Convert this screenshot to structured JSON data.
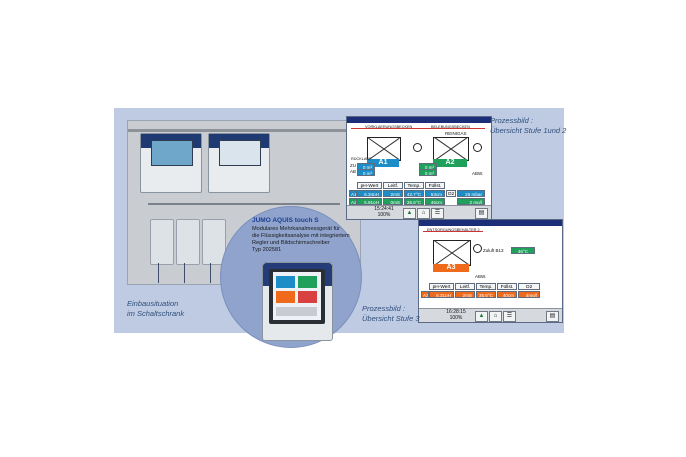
{
  "captions": {
    "install_line1": "Einbausituation",
    "install_line2": "im Schaltschrank",
    "stage12_line1": "Prozessbild :",
    "stage12_line2": "Übersicht Stufe 1und 2",
    "stage3_line1": "Prozessbild :",
    "stage3_line2": "Übersicht Stufe 3"
  },
  "device_info": {
    "title": "JUMO AQUIS touch S",
    "desc_line1": "Modulares Mehrkanalmessgerät für",
    "desc_line2": "die Flüssigkeitsanalyse mit integriertem",
    "desc_line3": "Regler und Bildschirmschreiber",
    "type": "Typ 202581"
  },
  "screen12": {
    "stage_left": "VORKLAERUNGSBECKEN",
    "stage_right": "BELEBUNGSBECKEN",
    "reinigas": "REINIGAS",
    "a1": "A1",
    "a2": "A2",
    "zu_label": "ZU",
    "ab_label": "AB",
    "rueckl": "RÜCKLAUF",
    "flow_zu": "0 m³",
    "flow_ab": "0 m³",
    "flow2_zu": "0 m³",
    "flow2_ab": "0 m³",
    "abw": "ABW.",
    "headers": [
      "pH-Wert",
      "Leitf.",
      "Temp.",
      "Füllst.",
      "O2"
    ],
    "row_a1": [
      "A1",
      "6,34pH",
      "2mS",
      "42,7°C",
      "53cm",
      "25 mbar"
    ],
    "row_a2": [
      "A2",
      "5,91pH",
      "0mS",
      "36,6°C",
      "46cm",
      "2 mg/l"
    ],
    "time": "15:24:41",
    "zoom": "100%"
  },
  "screen3": {
    "stage": "ENTSORGUNGSBEHÄLTER 2",
    "a3": "A3",
    "zuluft_label": "Zuluft B13",
    "zuluft_value": "46°C",
    "abw": "ABW.",
    "headers": [
      "pH-Wert",
      "Leitf.",
      "Temp.",
      "Füllst.",
      "O2"
    ],
    "row_a3": [
      "A3",
      "6,31pH",
      "2mS",
      "35,6°C",
      "40cm",
      "4mg/l"
    ],
    "time": "16:28:15",
    "zoom": "100%"
  },
  "colors": {
    "panel": "#bfcbe3",
    "caption": "#2f4f7a",
    "stage1": "#1c8dc7",
    "stage2": "#1fa05b",
    "stage3": "#ef6a1b"
  },
  "icons": [
    "bell-icon",
    "home-icon",
    "list-icon",
    "chart-icon"
  ]
}
